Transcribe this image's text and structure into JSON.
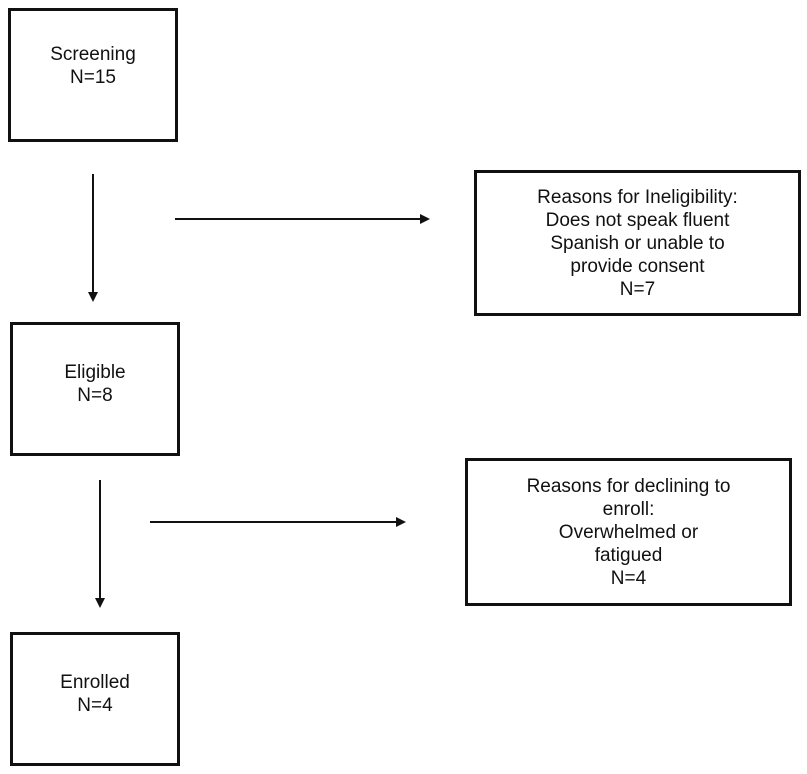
{
  "boxes": {
    "screening": {
      "lines": [
        "Screening",
        "N=15"
      ]
    },
    "eligible": {
      "lines": [
        "Eligible",
        "N=8"
      ]
    },
    "enrolled": {
      "lines": [
        "Enrolled",
        "N=4"
      ]
    },
    "ineligibility": {
      "lines": [
        "Reasons for Ineligibility:",
        "Does not speak fluent",
        "Spanish or unable to",
        "provide consent",
        "N=7"
      ]
    },
    "declining": {
      "lines": [
        "Reasons for declining to",
        "enroll:",
        "Overwhelmed or",
        "fatigued",
        "N=4"
      ]
    }
  }
}
